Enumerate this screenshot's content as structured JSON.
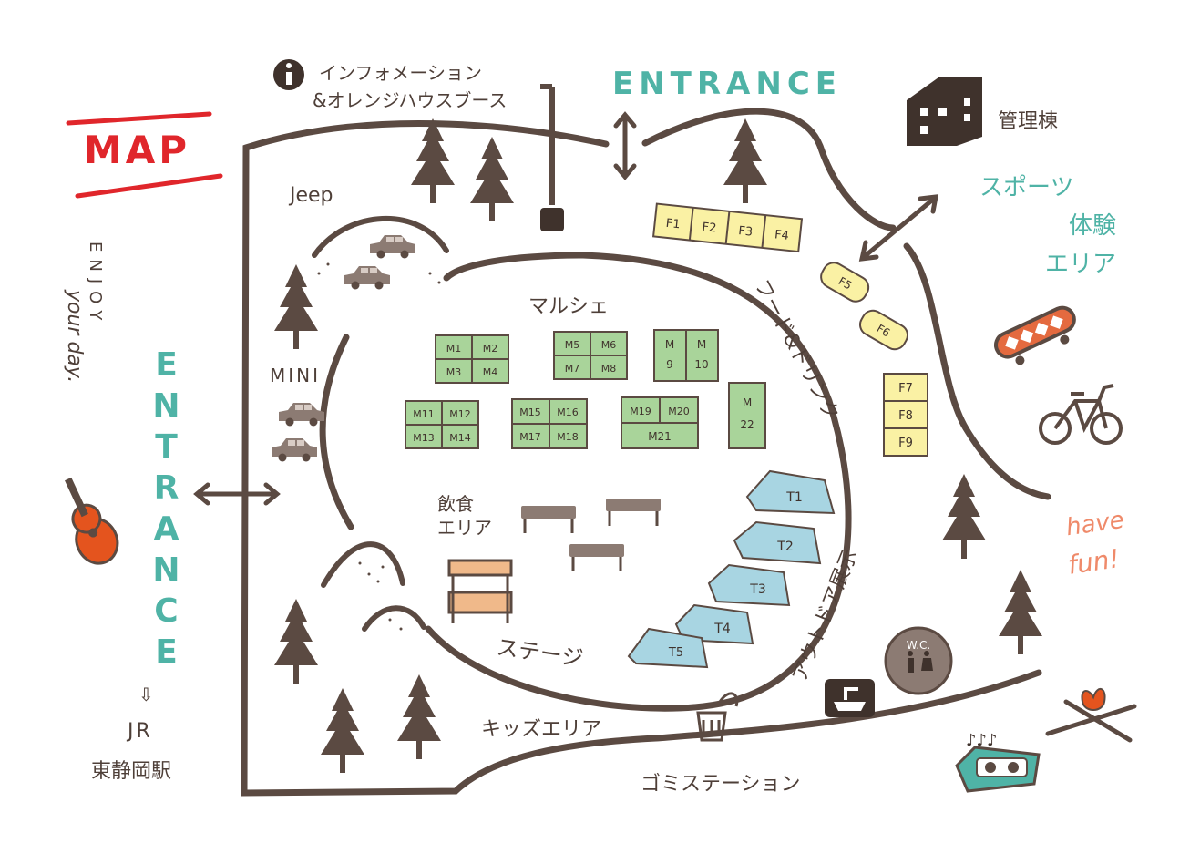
{
  "title": "MAP",
  "colors": {
    "road": "#5b4a42",
    "teal": "#4fb3a6",
    "title_red": "#e0262b",
    "marche_green": "#a9d49a",
    "food_yellow": "#faf1a4",
    "tent_blue": "#a8d5e2",
    "accent_orange": "#ef8a6a"
  },
  "entrances": {
    "top": "ENTRANCE",
    "left": "ENTRANCE"
  },
  "labels": {
    "info": "インフォメーション",
    "info_sub": "&オレンジハウスブース",
    "admin": "管理棟",
    "sports": [
      "スポーツ",
      "体験",
      "エリア"
    ],
    "jeep": "Jeep",
    "mini": "MINI",
    "marche": "マルシェ",
    "food_drink": "フード&ドリンク",
    "eating": [
      "飲食",
      "エリア"
    ],
    "stage": "ステージ",
    "outdoor": "アウトドア展示",
    "kids": "キッズエリア",
    "garbage": "ゴミステーション",
    "enjoy": "ENJOY",
    "your_day": "your day.",
    "jr": "JR",
    "station": "東静岡駅",
    "have": "have",
    "fun": "fun!",
    "wc": "W.C."
  },
  "marche_blocks": {
    "b1": [
      "M1",
      "M2",
      "M3",
      "M4"
    ],
    "b2": [
      "M5",
      "M6",
      "M7",
      "M8"
    ],
    "b3": [
      "M",
      "M",
      "9",
      "10"
    ],
    "b4": [
      "M11",
      "M12",
      "M13",
      "M14"
    ],
    "b5": [
      "M15",
      "M16",
      "M17",
      "M18"
    ],
    "b6": [
      "M19",
      "M20",
      "M21"
    ],
    "b7": [
      "M",
      "22"
    ]
  },
  "food": {
    "top": [
      "F1",
      "F2",
      "F3",
      "F4"
    ],
    "cars": [
      "F5",
      "F6"
    ],
    "right": [
      "F7",
      "F8",
      "F9"
    ]
  },
  "tents": [
    "T1",
    "T2",
    "T3",
    "T4",
    "T5"
  ],
  "icons": [
    "info-icon",
    "house-icon",
    "car-icon",
    "tree-icon",
    "skateboard-icon",
    "bicycle-icon",
    "guitar-icon",
    "stage-icon",
    "table-icon",
    "tent-icon",
    "trash-icon",
    "toilet-icon",
    "sink-icon",
    "campfire-icon",
    "radio-icon",
    "arrow-icon"
  ]
}
